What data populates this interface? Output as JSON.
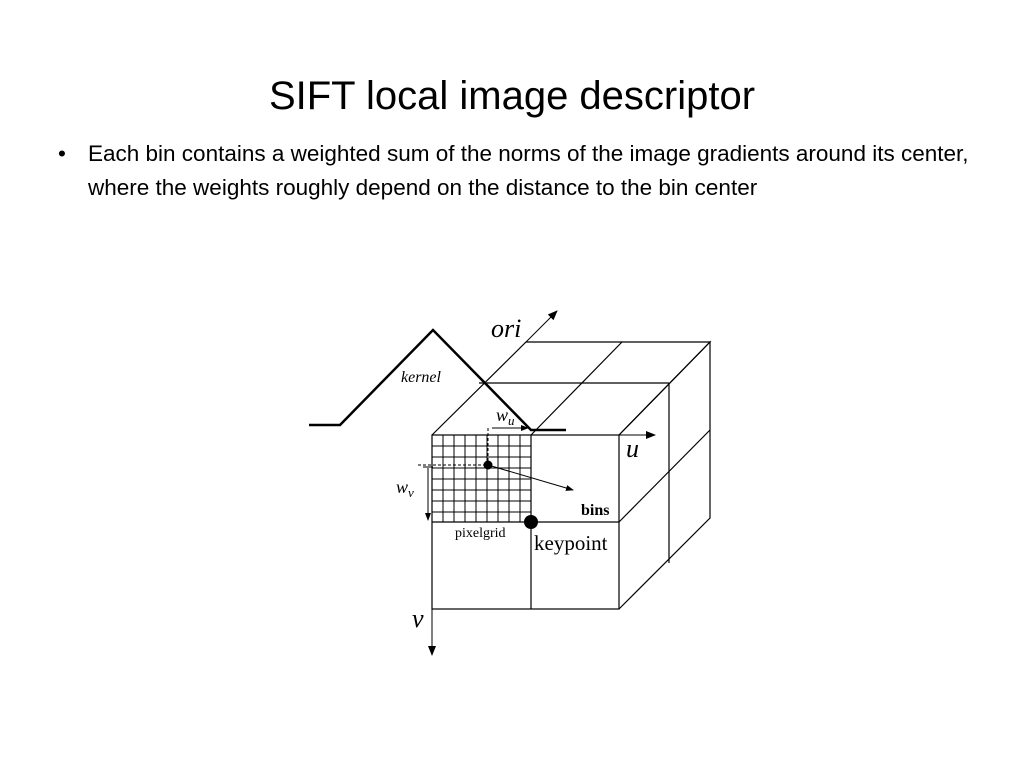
{
  "slide": {
    "title": "SIFT local image descriptor",
    "bullets": [
      "Each bin contains a weighted sum of the norms of the image gradients around its center, where the weights roughly depend on the distance to the bin center"
    ],
    "bullet_symbol": "•"
  },
  "diagram": {
    "labels": {
      "ori": "ori",
      "kernel": "kernel",
      "w": "w",
      "u_sub": "u",
      "v_sub": "v",
      "u": "u",
      "v": "v",
      "bins": "bins",
      "pixelgrid": "pixelgrid",
      "keypoint": "keypoint"
    }
  }
}
